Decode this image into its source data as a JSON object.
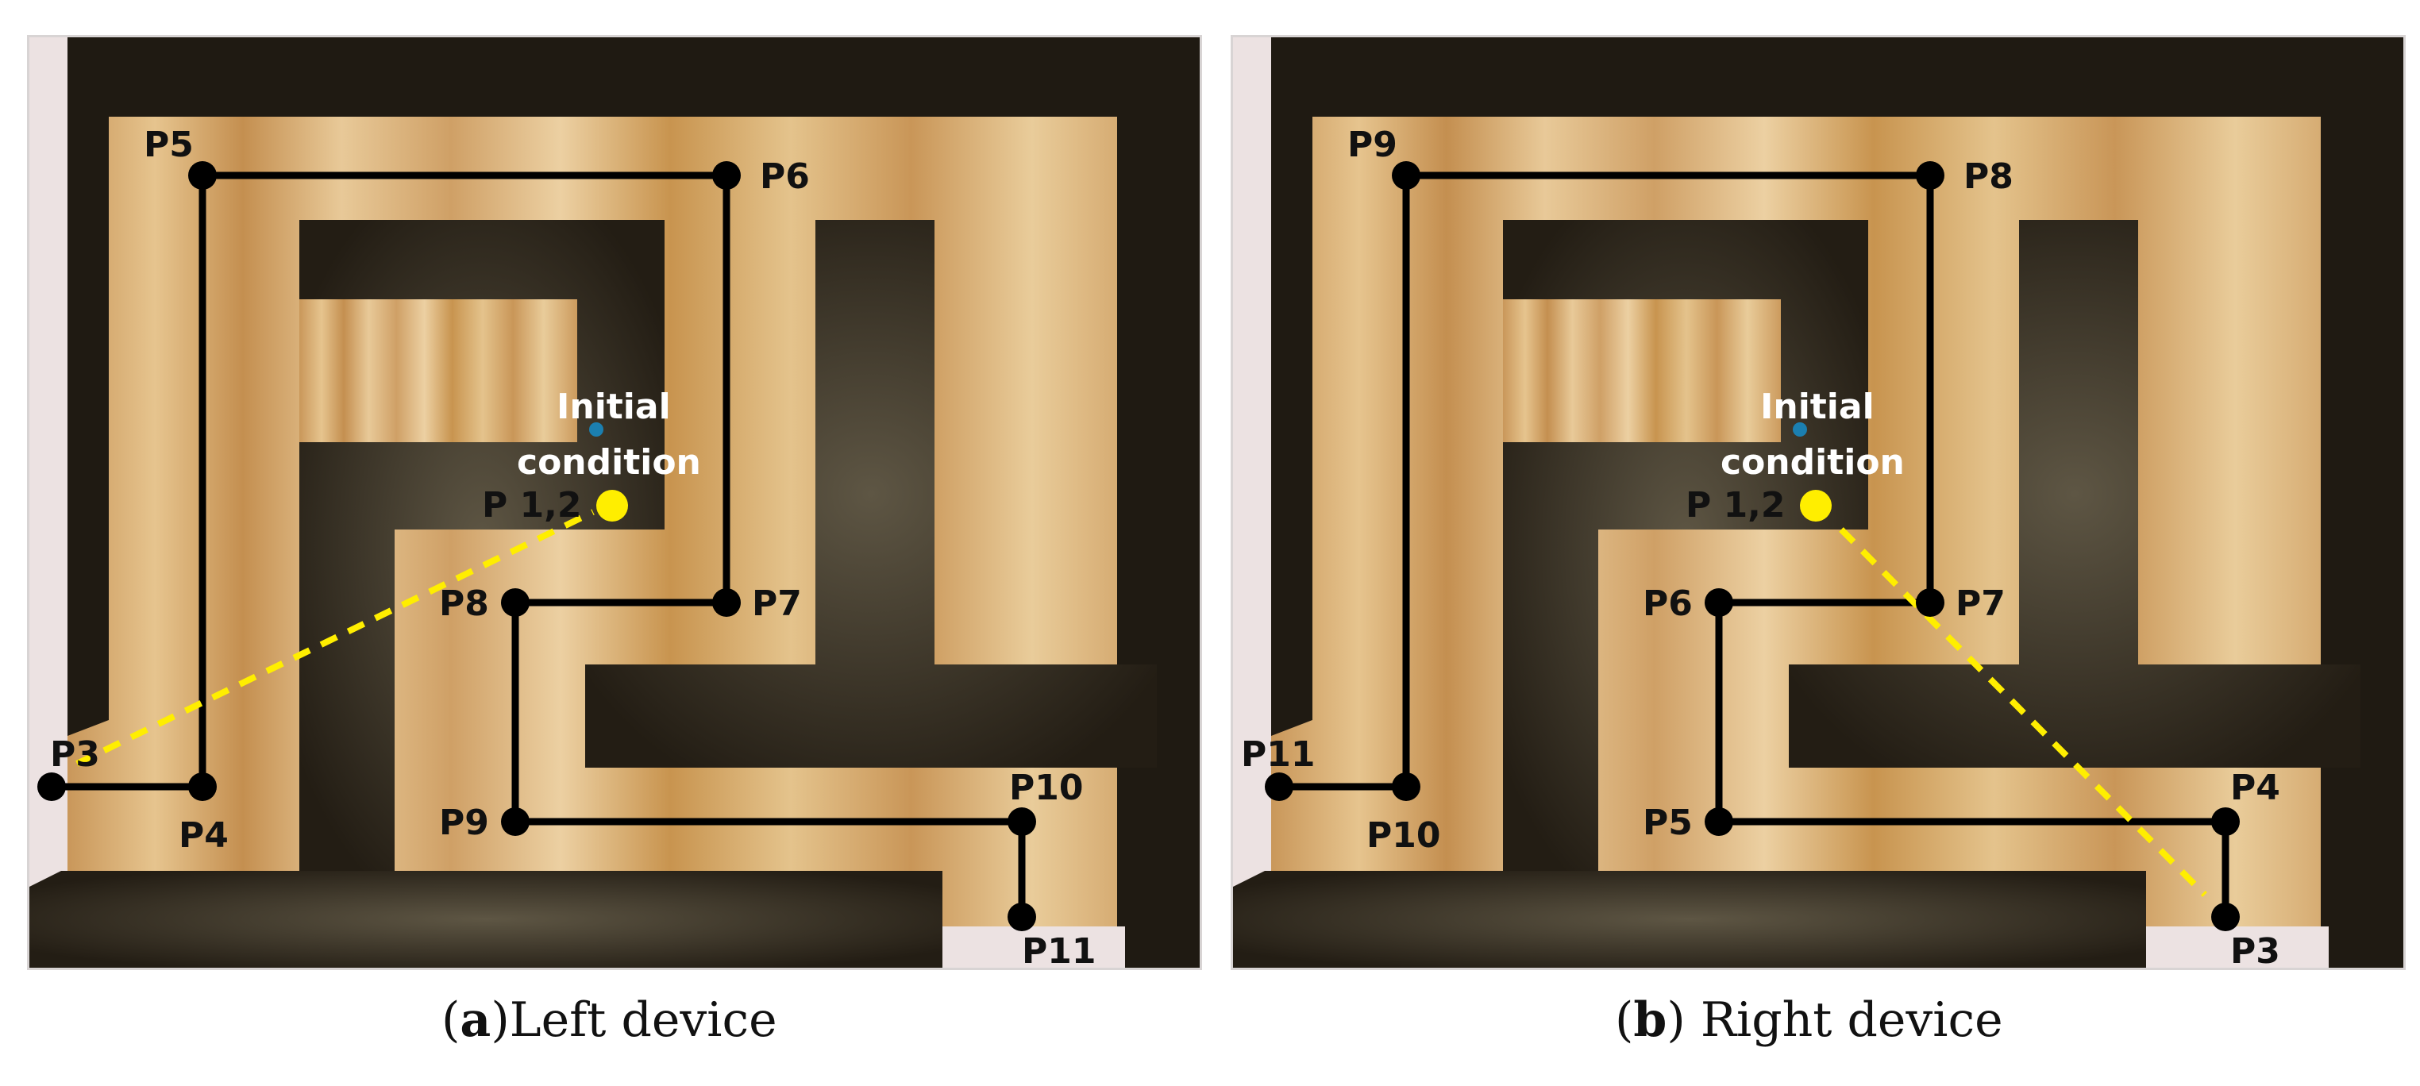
{
  "panels": [
    {
      "id": "a",
      "caption_letter": "a",
      "caption_text": "Left device",
      "initial_label_line1": "Initial",
      "initial_label_line2": "condition",
      "start_label": "P 1,2",
      "points": [
        "P3",
        "P4",
        "P5",
        "P6",
        "P7",
        "P8",
        "P9",
        "P10",
        "P11"
      ]
    },
    {
      "id": "b",
      "caption_letter": "b",
      "caption_text": " Right device",
      "initial_label_line1": "Initial",
      "initial_label_line2": "condition",
      "start_label": "P 1,2",
      "points": [
        "P3",
        "P4",
        "P5",
        "P6",
        "P7",
        "P8",
        "P9",
        "P10",
        "P11"
      ]
    }
  ],
  "colors": {
    "wood": "#d9ae72",
    "wall": "#2b2418",
    "path": "#000000",
    "dashed": "#ffee00",
    "start_dot": "#ffee00",
    "initial_dot": "#1b7fb0"
  }
}
